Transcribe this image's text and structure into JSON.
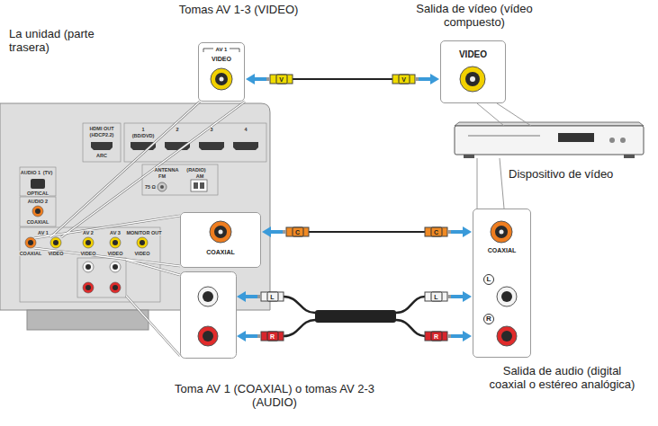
{
  "diagram": {
    "nodes": [
      {
        "text": [
          "AV 1",
          "VIDEO"
        ]
      },
      {
        "text": [
          "VIDEO"
        ]
      },
      {
        "text": [
          "COAXIAL"
        ]
      },
      {
        "text": [
          "COAXIAL",
          "L",
          "R"
        ]
      }
    ],
    "edges": [
      {
        "from": 0,
        "to": 1,
        "arrow": "both"
      },
      {
        "from": 2,
        "to": 3,
        "arrow": "both"
      }
    ],
    "labels": [
      "Tomas AV 1-3 (VIDEO)",
      "La unidad (parte trasera)",
      "Salida de vídeo (vídeo compuesto)",
      "V",
      "V",
      "Dispositivo de vídeo",
      "C",
      "C",
      "L",
      "R",
      "L",
      "R",
      "Toma AV 1 (COAXIAL) o tomas AV 2-3 (AUDIO)",
      "Salida de audio (digital coaxial o estéreo analógica)",
      "HDMI OUT",
      "(HDCP2.2)",
      "ARC",
      "1",
      "(BD/DVD)",
      "2",
      "3",
      "4",
      "ANTENNA",
      "(RADIO)",
      "FM",
      "AM",
      "75 Ω",
      "AUDIO 1",
      "(TV)",
      "OPTICAL",
      "AUDIO 2",
      "COAXIAL",
      "AV 1",
      "AV 2",
      "AV 3",
      "MONITOR OUT",
      "COAXIAL",
      "VIDEO",
      "VIDEO",
      "VIDEO",
      "VIDEO"
    ]
  }
}
